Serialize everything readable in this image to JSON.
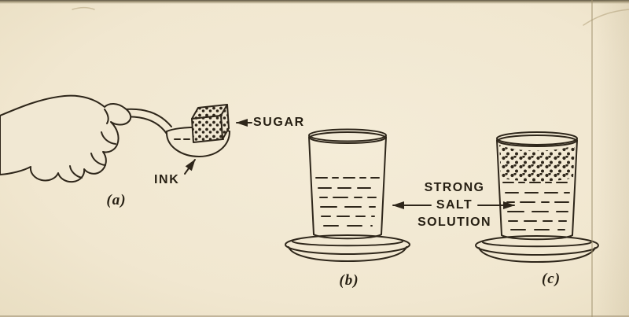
{
  "labels": {
    "sugar": "SUGAR",
    "ink": "INK",
    "panel_a": "(a)",
    "panel_b": "(b)",
    "panel_c": "(c)"
  },
  "solution_label": {
    "line1": "STRONG",
    "line2": "SALT",
    "line3": "SOLUTION"
  },
  "colors": {
    "paper": "#f1e8d3",
    "line_ink": "#2e261a"
  },
  "icons": {
    "sugar_pointer": "arrow-left",
    "ink_pointer": "arrow-up-right",
    "solution_pointer_left": "arrow-left",
    "solution_pointer_right": "arrow-right"
  }
}
